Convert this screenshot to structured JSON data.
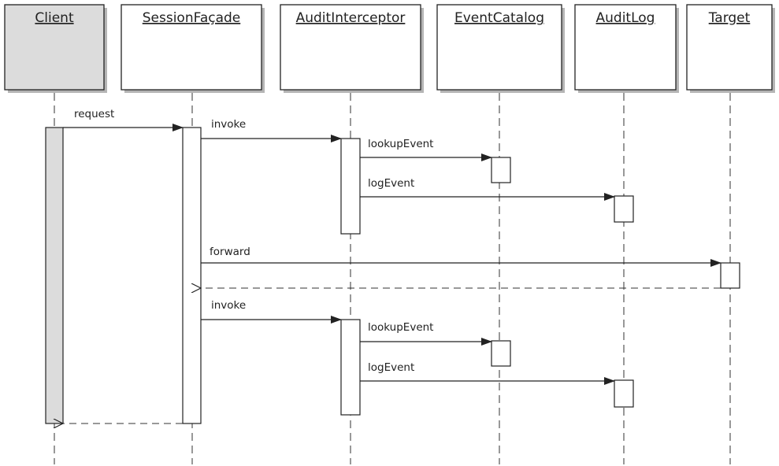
{
  "participants": [
    {
      "id": "client",
      "name": "Client"
    },
    {
      "id": "session",
      "name": "SessionFaçade"
    },
    {
      "id": "audit",
      "name": "AuditInterceptor"
    },
    {
      "id": "catalog",
      "name": "EventCatalog"
    },
    {
      "id": "log",
      "name": "AuditLog"
    },
    {
      "id": "target",
      "name": "Target"
    }
  ],
  "messages": [
    {
      "from": "client",
      "to": "session",
      "label": "request",
      "kind": "sync"
    },
    {
      "from": "session",
      "to": "audit",
      "label": "invoke",
      "kind": "sync"
    },
    {
      "from": "audit",
      "to": "catalog",
      "label": "lookupEvent",
      "kind": "sync"
    },
    {
      "from": "audit",
      "to": "log",
      "label": "logEvent",
      "kind": "sync"
    },
    {
      "from": "session",
      "to": "target",
      "label": "forward",
      "kind": "sync"
    },
    {
      "from": "target",
      "to": "session",
      "label": "",
      "kind": "return"
    },
    {
      "from": "session",
      "to": "audit",
      "label": "invoke",
      "kind": "sync"
    },
    {
      "from": "audit",
      "to": "catalog",
      "label": "lookupEvent",
      "kind": "sync"
    },
    {
      "from": "audit",
      "to": "log",
      "label": "logEvent",
      "kind": "sync"
    },
    {
      "from": "session",
      "to": "client",
      "label": "",
      "kind": "return"
    }
  ],
  "colors": {
    "line": "#222222",
    "client_fill": "#dcdcdc",
    "box_fill": "#ffffff",
    "shadow": "#b5b5b5"
  }
}
